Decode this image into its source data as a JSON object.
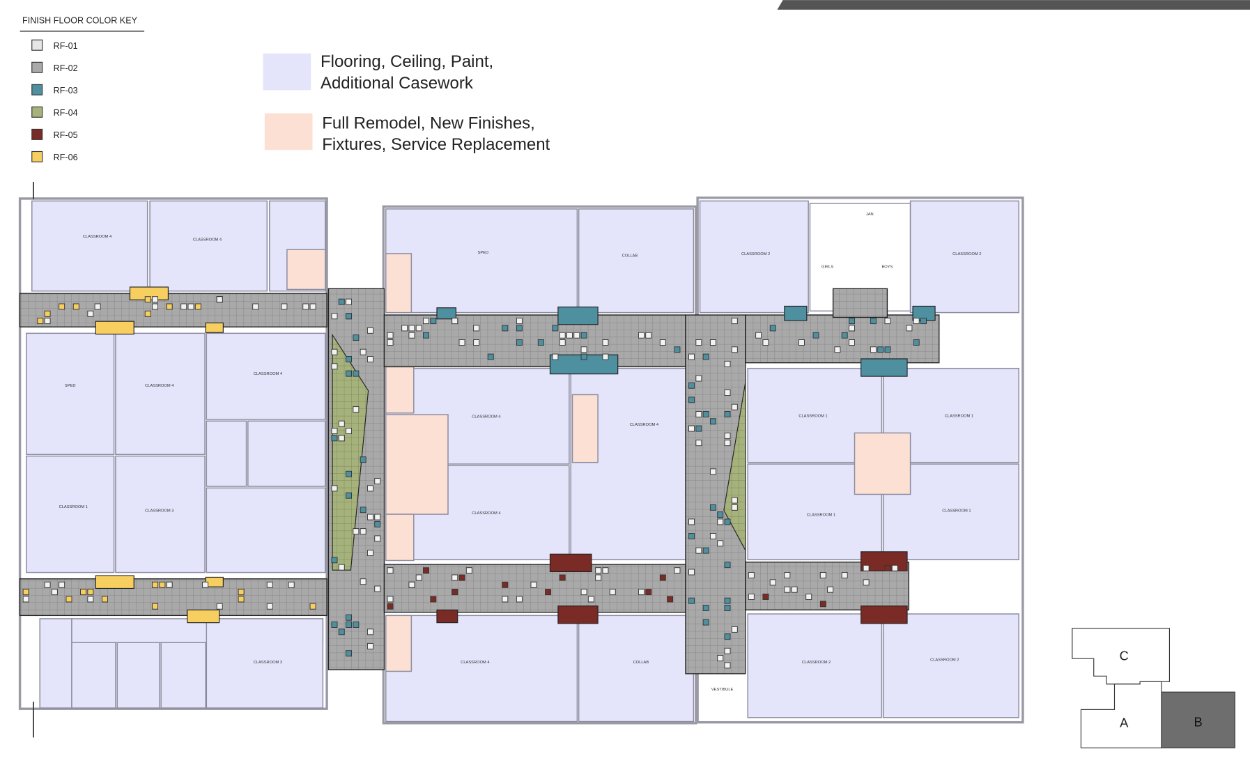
{
  "legend": {
    "title": "FINISH FLOOR COLOR KEY",
    "items": [
      {
        "code": "RF-01",
        "color": "#e6e6e6"
      },
      {
        "code": "RF-02",
        "color": "#a9a9a9"
      },
      {
        "code": "RF-03",
        "color": "#4e8fa0"
      },
      {
        "code": "RF-04",
        "color": "#a6b27c"
      },
      {
        "code": "RF-05",
        "color": "#7b2b25"
      },
      {
        "code": "RF-06",
        "color": "#f7cf60"
      }
    ]
  },
  "scope_legend": [
    {
      "line1": "Flooring, Ceiling, Paint,",
      "line2": "Additional Casework",
      "color": "#e4e4fb"
    },
    {
      "line1": "Full Remodel, New Finishes,",
      "line2": "Fixtures, Service Replacement",
      "color": "#fce0d3"
    }
  ],
  "colors": {
    "corridor": "#a9a9a9",
    "wall": "#9a9aa6",
    "header_bar": "#555555",
    "key_highlight": "#6e6e6e"
  },
  "rooms": {
    "classroom_4": "CLASSROOM 4",
    "classroom_2": "CLASSROOM 2",
    "classroom_1": "CLASSROOM 1",
    "classroom_3": "CLASSROOM 3",
    "collab": "COLLAB",
    "sped": "SPED",
    "girls": "GIRLS",
    "boys": "BOYS",
    "jan": "JAN",
    "vestibule": "VESTIBULE"
  },
  "key_plan": {
    "c": "C",
    "a": "A",
    "b": "B",
    "highlighted": "B"
  }
}
